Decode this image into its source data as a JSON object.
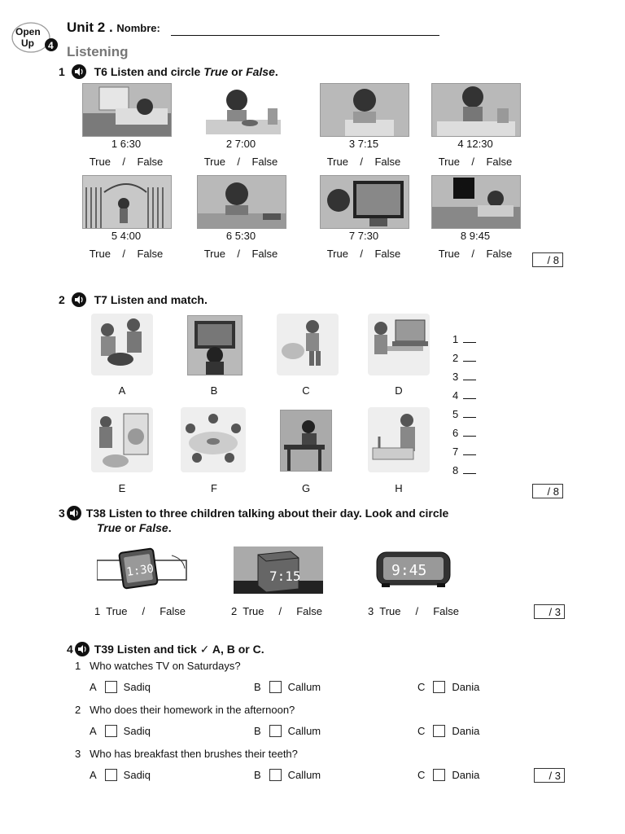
{
  "header": {
    "logo_line1": "Open",
    "logo_line2": "Up",
    "logo_number": "4",
    "unit": "Unit 2 .",
    "nombre_label": "Nombre:",
    "section": "Listening"
  },
  "q1": {
    "number": "1",
    "track": "T6",
    "text_before": "Listen and circle ",
    "true_word": "True",
    "or_word": " or ",
    "false_word": "False",
    "period": ".",
    "items": [
      {
        "label": "1   6:30",
        "tf": "True    /    False"
      },
      {
        "label": "2   7:00",
        "tf": "True    /    False"
      },
      {
        "label": "3   7:15",
        "tf": "True    /    False"
      },
      {
        "label": "4   12:30",
        "tf": "True    /    False"
      },
      {
        "label": "5   4:00",
        "tf": "True    /    False"
      },
      {
        "label": "6   5:30",
        "tf": "True    /    False"
      },
      {
        "label": "7   7:30",
        "tf": "True    /    False"
      },
      {
        "label": "8   9:45",
        "tf": "True    /    False"
      }
    ],
    "score": "/ 8"
  },
  "q2": {
    "number": "2",
    "track": "T7",
    "text": "Listen and match.",
    "letters": [
      "A",
      "B",
      "C",
      "D",
      "E",
      "F",
      "G",
      "H"
    ],
    "numbers": [
      "1",
      "2",
      "3",
      "4",
      "5",
      "6",
      "7",
      "8"
    ],
    "score": "/ 8"
  },
  "q3": {
    "number": "3",
    "track": "T38",
    "line1": "Listen to three children talking about their day. Look and circle",
    "true_word": "True",
    "or_word": " or ",
    "false_word": "False",
    "period": ".",
    "clocks": [
      {
        "display": "1:30",
        "num": "1",
        "tf": "True     /     False"
      },
      {
        "display": "7:15",
        "num": "2",
        "tf": "True     /     False"
      },
      {
        "display": "9:45",
        "num": "3",
        "tf": "True     /     False"
      }
    ],
    "score": "/ 3"
  },
  "q4": {
    "number": "4",
    "track": "T39",
    "text_before": "Listen and tick ",
    "tick": "✓",
    "text_after": " A, B or C.",
    "questions": [
      {
        "num": "1",
        "text": "Who watches TV on Saturdays?"
      },
      {
        "num": "2",
        "text": "Who does their homework in the afternoon?"
      },
      {
        "num": "3",
        "text": "Who has breakfast then brushes their teeth?"
      }
    ],
    "options": [
      {
        "letter": "A",
        "name": "Sadiq"
      },
      {
        "letter": "B",
        "name": "Callum"
      },
      {
        "letter": "C",
        "name": "Dania"
      }
    ],
    "score": "/ 3"
  }
}
